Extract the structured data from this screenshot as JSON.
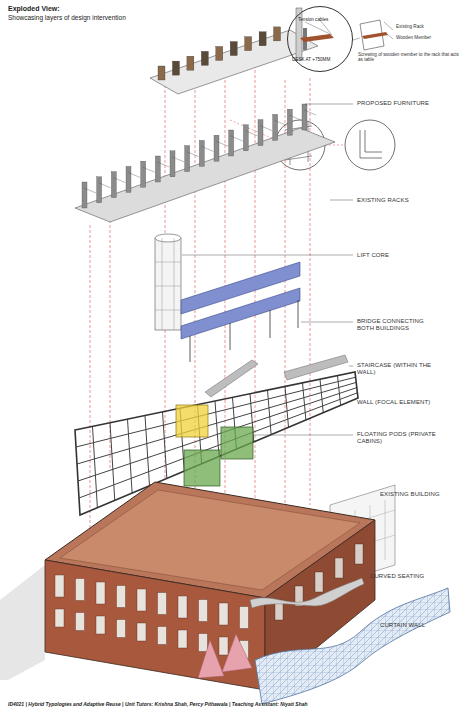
{
  "diagram": {
    "title": "Exploded View:",
    "nodes": [
      {
        "text": [
          "Tension cables",
          "DESK AT +750MM"
        ]
      }
    ],
    "labels": [
      "Showcasing layers of design intervention",
      "Existing Rack",
      "Wooden Member",
      "Screwing of wooden member to the rack that acts as table",
      "PROPOSED FURNITURE",
      "EXISTING RACKS",
      "LIFT CORE",
      "BRIDGE CONNECTING BOTH BUILDINGS",
      "STAIRCASE (WITHIN THE WALL)",
      "WALL (FOCAL ELEMENT)",
      "FLOATING PODS (PRIVATE CABINS)",
      "EXISTING BUILDING",
      "CURVED SEATING",
      "CURTAIN WALL",
      "ID4021 | Hybrid Typologies and Adaptive Reuse | Unit Tutors: Krishna Shah, Percy Pithawala | Teaching Assistant: Niyati Shah"
    ]
  }
}
